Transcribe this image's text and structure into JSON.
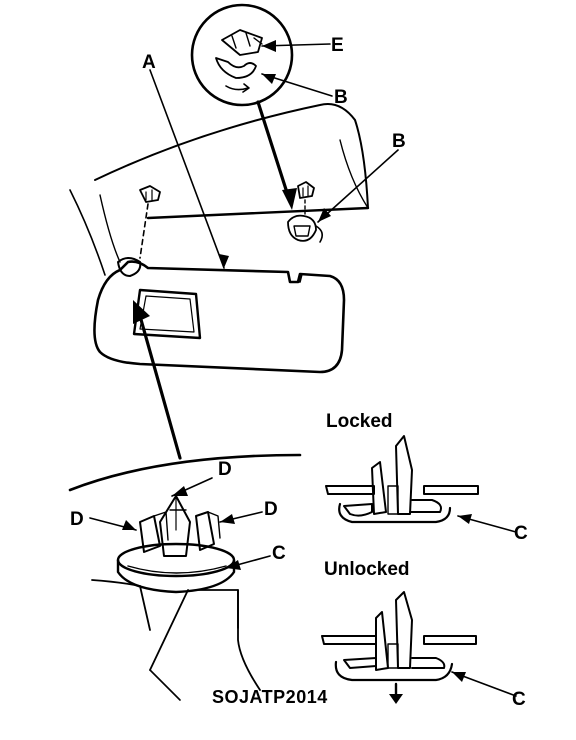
{
  "callouts": {
    "a": "A",
    "b_top": "B",
    "b_mid": "B",
    "e": "E",
    "d_top": "D",
    "d_left": "D",
    "d_right": "D",
    "c_clip": "C",
    "c_locked": "C",
    "c_unlocked": "C"
  },
  "states": {
    "locked": "Locked",
    "unlocked": "Unlocked"
  },
  "figure_code": "SOJATP2014",
  "colors": {
    "ink": "#000000",
    "paper": "#ffffff"
  }
}
